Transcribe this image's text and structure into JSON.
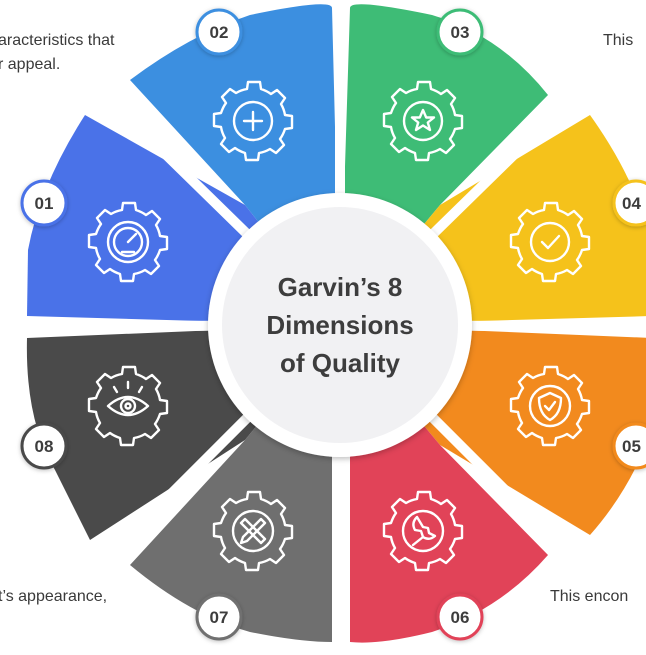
{
  "diagram": {
    "title_lines": [
      "Garvin’s 8",
      "Dimensions",
      "of Quality"
    ],
    "segments": [
      {
        "number": "01",
        "color": "#4a72e8",
        "icon": "gauge-icon"
      },
      {
        "number": "02",
        "color": "#3c8fe0",
        "icon": "plus-icon"
      },
      {
        "number": "03",
        "color": "#3ebc76",
        "icon": "star-icon"
      },
      {
        "number": "04",
        "color": "#f5c21b",
        "icon": "check-icon"
      },
      {
        "number": "05",
        "color": "#f28a1e",
        "icon": "shield-icon"
      },
      {
        "number": "06",
        "color": "#e14358",
        "icon": "wrench-icon"
      },
      {
        "number": "07",
        "color": "#6f6f6f",
        "icon": "pencil-ruler-icon"
      },
      {
        "number": "08",
        "color": "#4a4a4a",
        "icon": "eye-icon"
      }
    ],
    "side_texts": {
      "top_left_line1": "aracteristics  that",
      "top_left_line2": "r appeal.",
      "top_right": "This",
      "bottom_left": "t’s  appearance,",
      "bottom_right": "This encon"
    }
  }
}
